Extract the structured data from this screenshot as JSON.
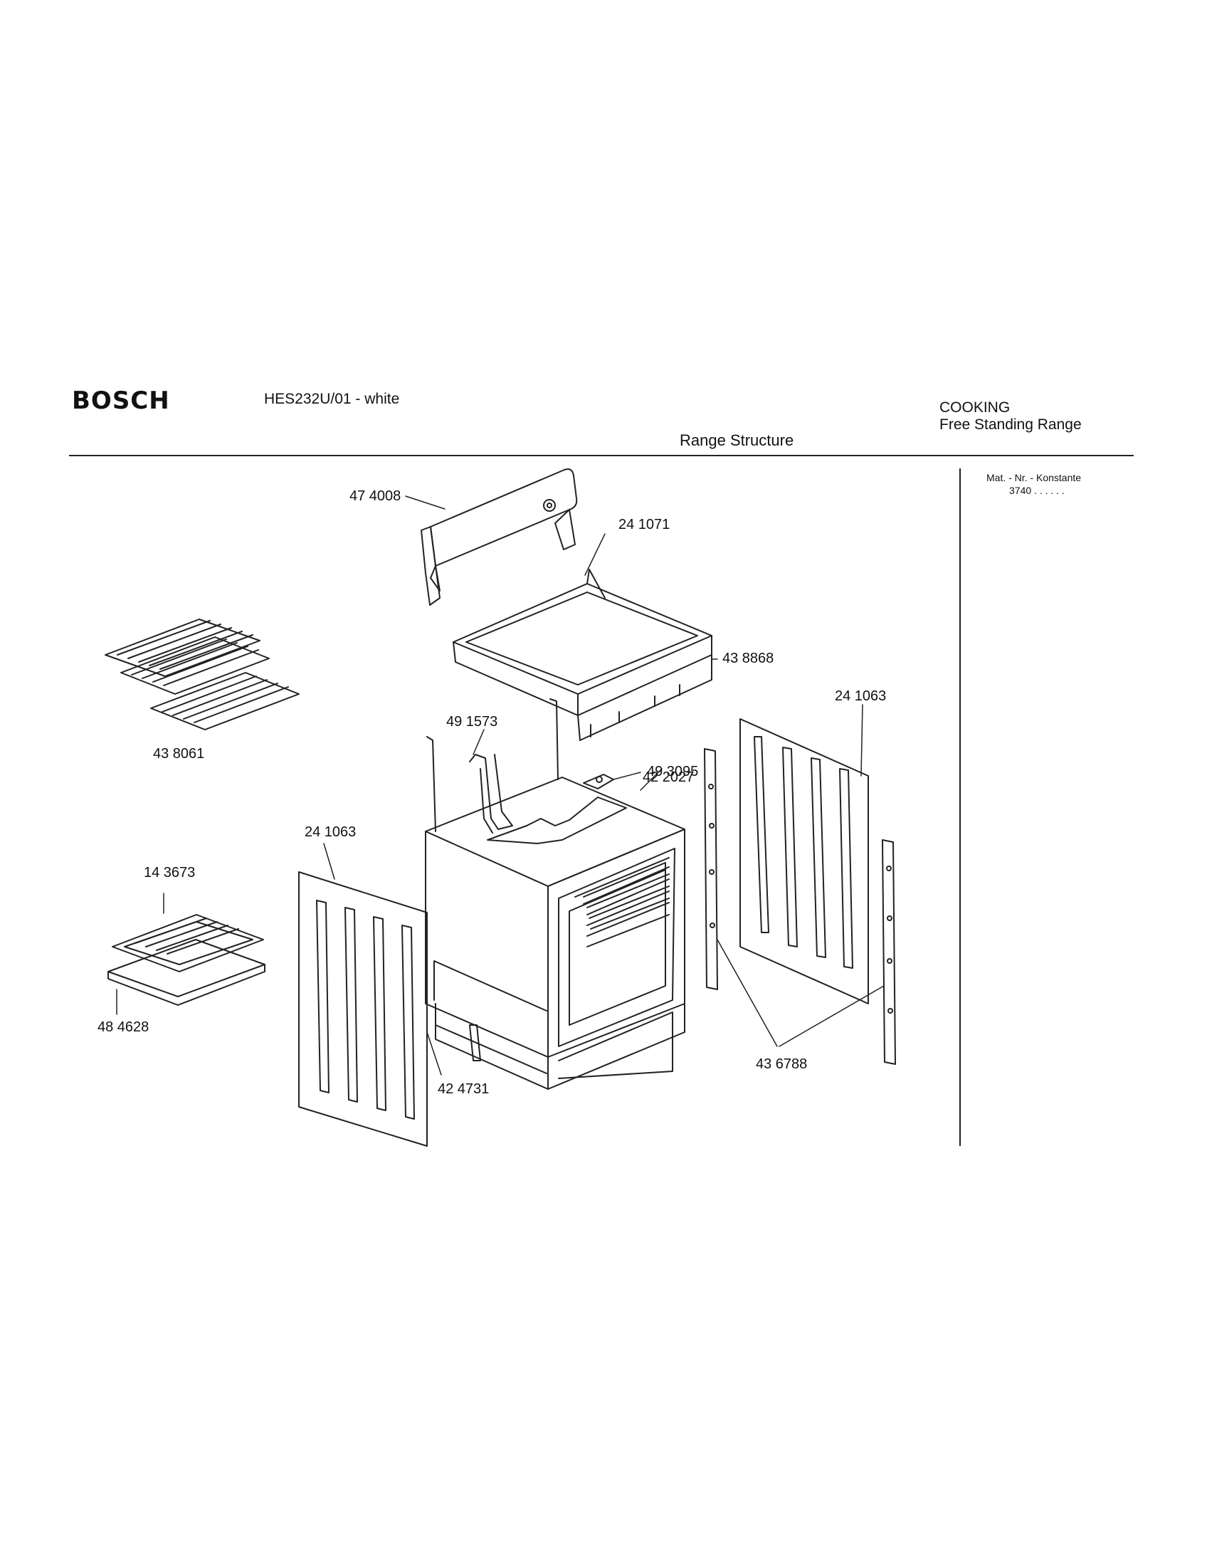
{
  "header": {
    "brand": "BOSCH",
    "model": "HES232U/01 -  white",
    "category": "COOKING",
    "subcategory": "Free Standing Range",
    "title": "Range Structure",
    "mat_label": "Mat. - Nr. - Konstante",
    "mat_value": "3740 .  .  .  .  .  ."
  },
  "parts": {
    "p474008": "47 4008",
    "p241071": "24 1071",
    "p438868": "43 8868",
    "p241063_right": "24 1063",
    "p491573": "49 1573",
    "p493095": "49 3095",
    "p422027": "42 2027",
    "p438061": "43 8061",
    "p241063_left": "24 1063",
    "p143673": "14 3673",
    "p484628": "48 4628",
    "p424731": "42 4731",
    "p436788": "43 6788"
  }
}
